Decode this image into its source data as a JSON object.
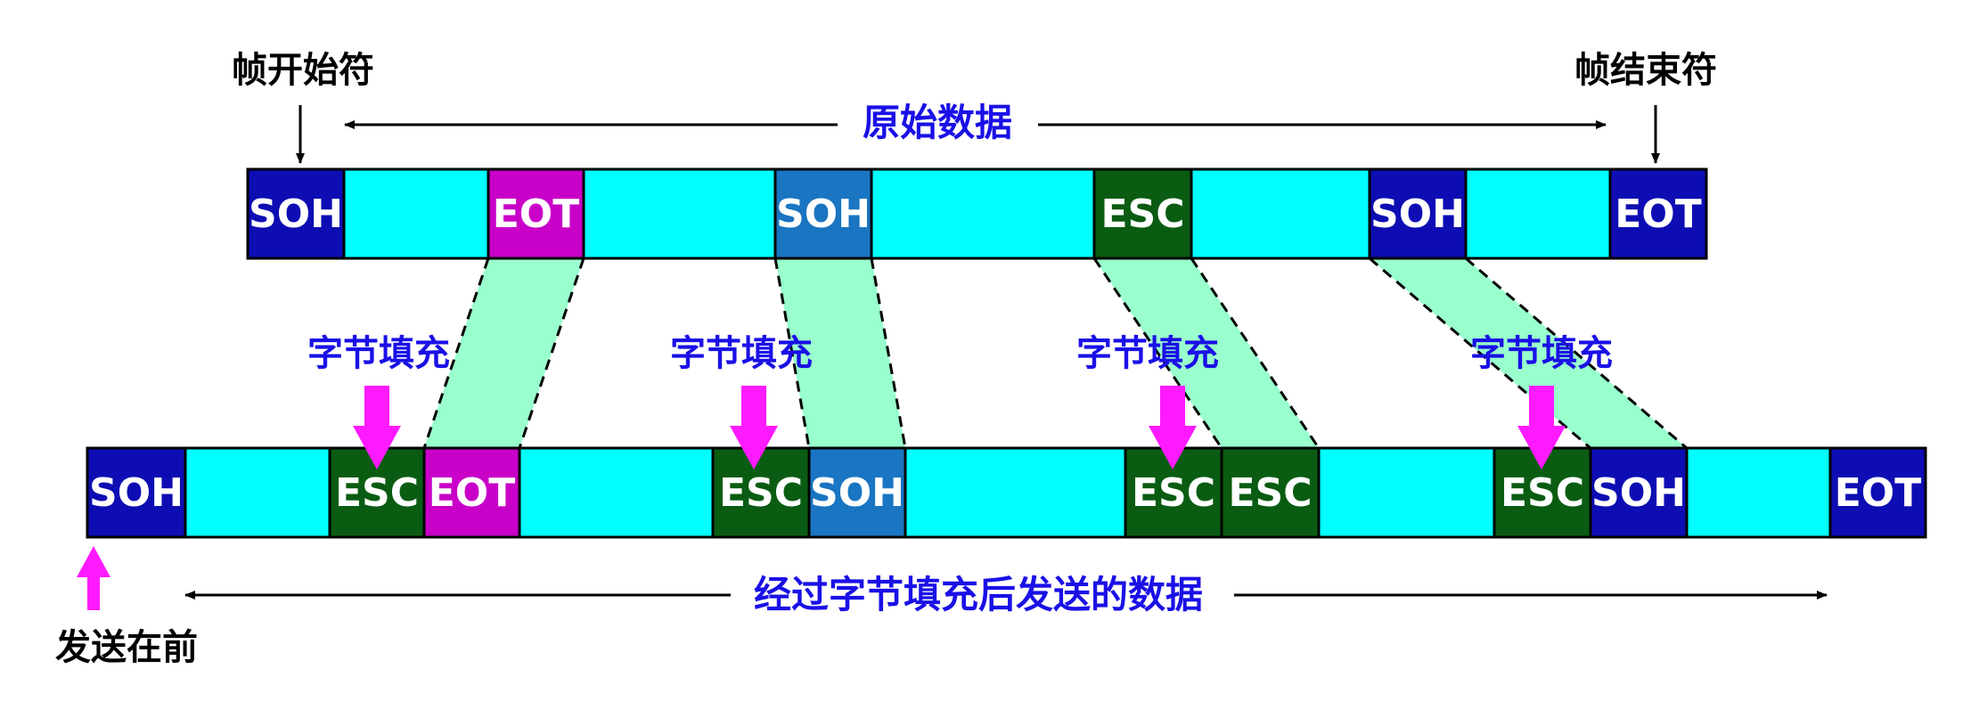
{
  "labels": {
    "frame_start": "帧开始符",
    "frame_end": "帧结束符",
    "original_data": "原始数据",
    "stuffed_data": "经过字节填充后发送的数据",
    "sent_first": "发送在前",
    "byte_stuffing": "字节填充"
  },
  "colors": {
    "SOH_dark": "#0d0db3",
    "SOH_light": "#1a75c2",
    "EOT_magenta": "#c800c8",
    "EOT_dark": "#0d0db3",
    "ESC": "#0a5c12",
    "data": "#00ffff",
    "band": "#99ffcc",
    "arrow": "#ff1aff",
    "label_blue": "#1a10e6"
  },
  "top_row": [
    {
      "text": "SOH",
      "color": "SOH_dark"
    },
    {
      "text": "",
      "color": "data"
    },
    {
      "text": "EOT",
      "color": "EOT_magenta"
    },
    {
      "text": "",
      "color": "data"
    },
    {
      "text": "SOH",
      "color": "SOH_light"
    },
    {
      "text": "",
      "color": "data"
    },
    {
      "text": "ESC",
      "color": "ESC"
    },
    {
      "text": "",
      "color": "data"
    },
    {
      "text": "SOH",
      "color": "SOH_dark"
    },
    {
      "text": "",
      "color": "data"
    },
    {
      "text": "EOT",
      "color": "EOT_dark"
    }
  ],
  "bottom_row": [
    {
      "text": "SOH",
      "color": "SOH_dark"
    },
    {
      "text": "",
      "color": "data"
    },
    {
      "text": "ESC",
      "color": "ESC"
    },
    {
      "text": "EOT",
      "color": "EOT_magenta"
    },
    {
      "text": "",
      "color": "data"
    },
    {
      "text": "ESC",
      "color": "ESC"
    },
    {
      "text": "SOH",
      "color": "SOH_light"
    },
    {
      "text": "",
      "color": "data"
    },
    {
      "text": "ESC",
      "color": "ESC"
    },
    {
      "text": "ESC",
      "color": "ESC"
    },
    {
      "text": "",
      "color": "data"
    },
    {
      "text": "ESC",
      "color": "ESC"
    },
    {
      "text": "SOH",
      "color": "SOH_dark"
    },
    {
      "text": "",
      "color": "data"
    },
    {
      "text": "EOT",
      "color": "EOT_dark"
    }
  ]
}
